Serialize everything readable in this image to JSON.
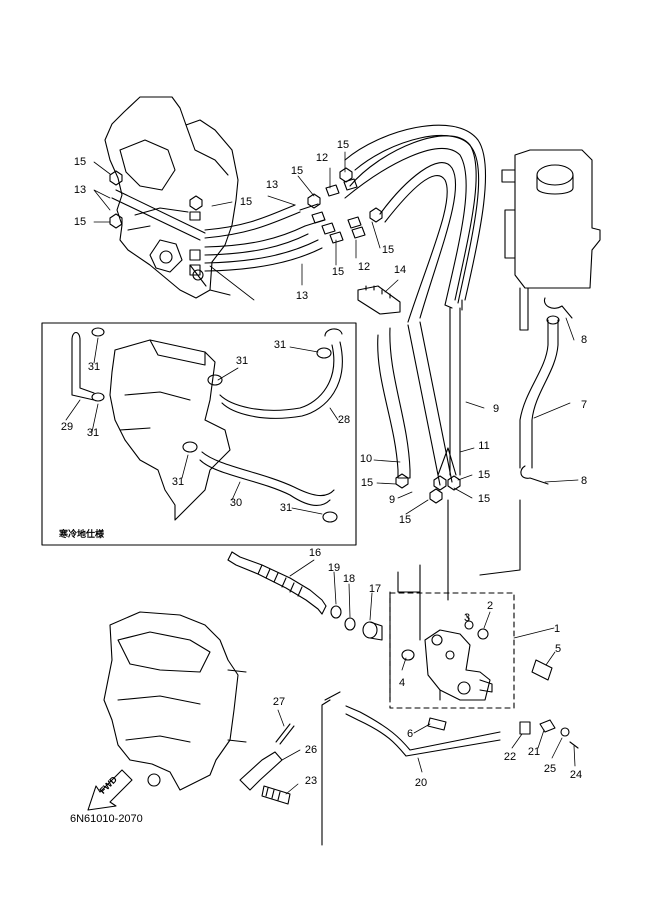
{
  "diagram": {
    "drawing_code": "6N61010-2070",
    "inset_note": "寒冷地仕様",
    "fwd_label": "FWD",
    "callouts": [
      {
        "id": "c15a",
        "label": "15"
      },
      {
        "id": "c13a",
        "label": "13"
      },
      {
        "id": "c15b",
        "label": "15"
      },
      {
        "id": "c15c",
        "label": "15"
      },
      {
        "id": "c12a",
        "label": "12"
      },
      {
        "id": "c15d",
        "label": "15"
      },
      {
        "id": "c13b",
        "label": "13"
      },
      {
        "id": "c15e",
        "label": "15"
      },
      {
        "id": "c15f",
        "label": "15"
      },
      {
        "id": "c12b",
        "label": "12"
      },
      {
        "id": "c14",
        "label": "14"
      },
      {
        "id": "c13c",
        "label": "13"
      },
      {
        "id": "c15g",
        "label": "15"
      },
      {
        "id": "c8a",
        "label": "8"
      },
      {
        "id": "c7",
        "label": "7"
      },
      {
        "id": "c8b",
        "label": "8"
      },
      {
        "id": "c9a",
        "label": "9"
      },
      {
        "id": "c11",
        "label": "11"
      },
      {
        "id": "c10",
        "label": "10"
      },
      {
        "id": "c15h",
        "label": "15"
      },
      {
        "id": "c9b",
        "label": "9"
      },
      {
        "id": "c15i",
        "label": "15"
      },
      {
        "id": "c15j",
        "label": "15"
      },
      {
        "id": "c15k",
        "label": "15"
      },
      {
        "id": "c31a",
        "label": "31"
      },
      {
        "id": "c31b",
        "label": "31"
      },
      {
        "id": "c31c",
        "label": "31"
      },
      {
        "id": "c28",
        "label": "28"
      },
      {
        "id": "c29",
        "label": "29"
      },
      {
        "id": "c31d",
        "label": "31"
      },
      {
        "id": "c31e",
        "label": "31"
      },
      {
        "id": "c30",
        "label": "30"
      },
      {
        "id": "c31f",
        "label": "31"
      },
      {
        "id": "c16",
        "label": "16"
      },
      {
        "id": "c19",
        "label": "19"
      },
      {
        "id": "c18",
        "label": "18"
      },
      {
        "id": "c17",
        "label": "17"
      },
      {
        "id": "c3",
        "label": "3"
      },
      {
        "id": "c2",
        "label": "2"
      },
      {
        "id": "c1",
        "label": "1"
      },
      {
        "id": "c5",
        "label": "5"
      },
      {
        "id": "c4",
        "label": "4"
      },
      {
        "id": "c6",
        "label": "6"
      },
      {
        "id": "c22",
        "label": "22"
      },
      {
        "id": "c21",
        "label": "21"
      },
      {
        "id": "c25",
        "label": "25"
      },
      {
        "id": "c24",
        "label": "24"
      },
      {
        "id": "c20",
        "label": "20"
      },
      {
        "id": "c27",
        "label": "27"
      },
      {
        "id": "c26",
        "label": "26"
      },
      {
        "id": "c23",
        "label": "23"
      }
    ]
  }
}
